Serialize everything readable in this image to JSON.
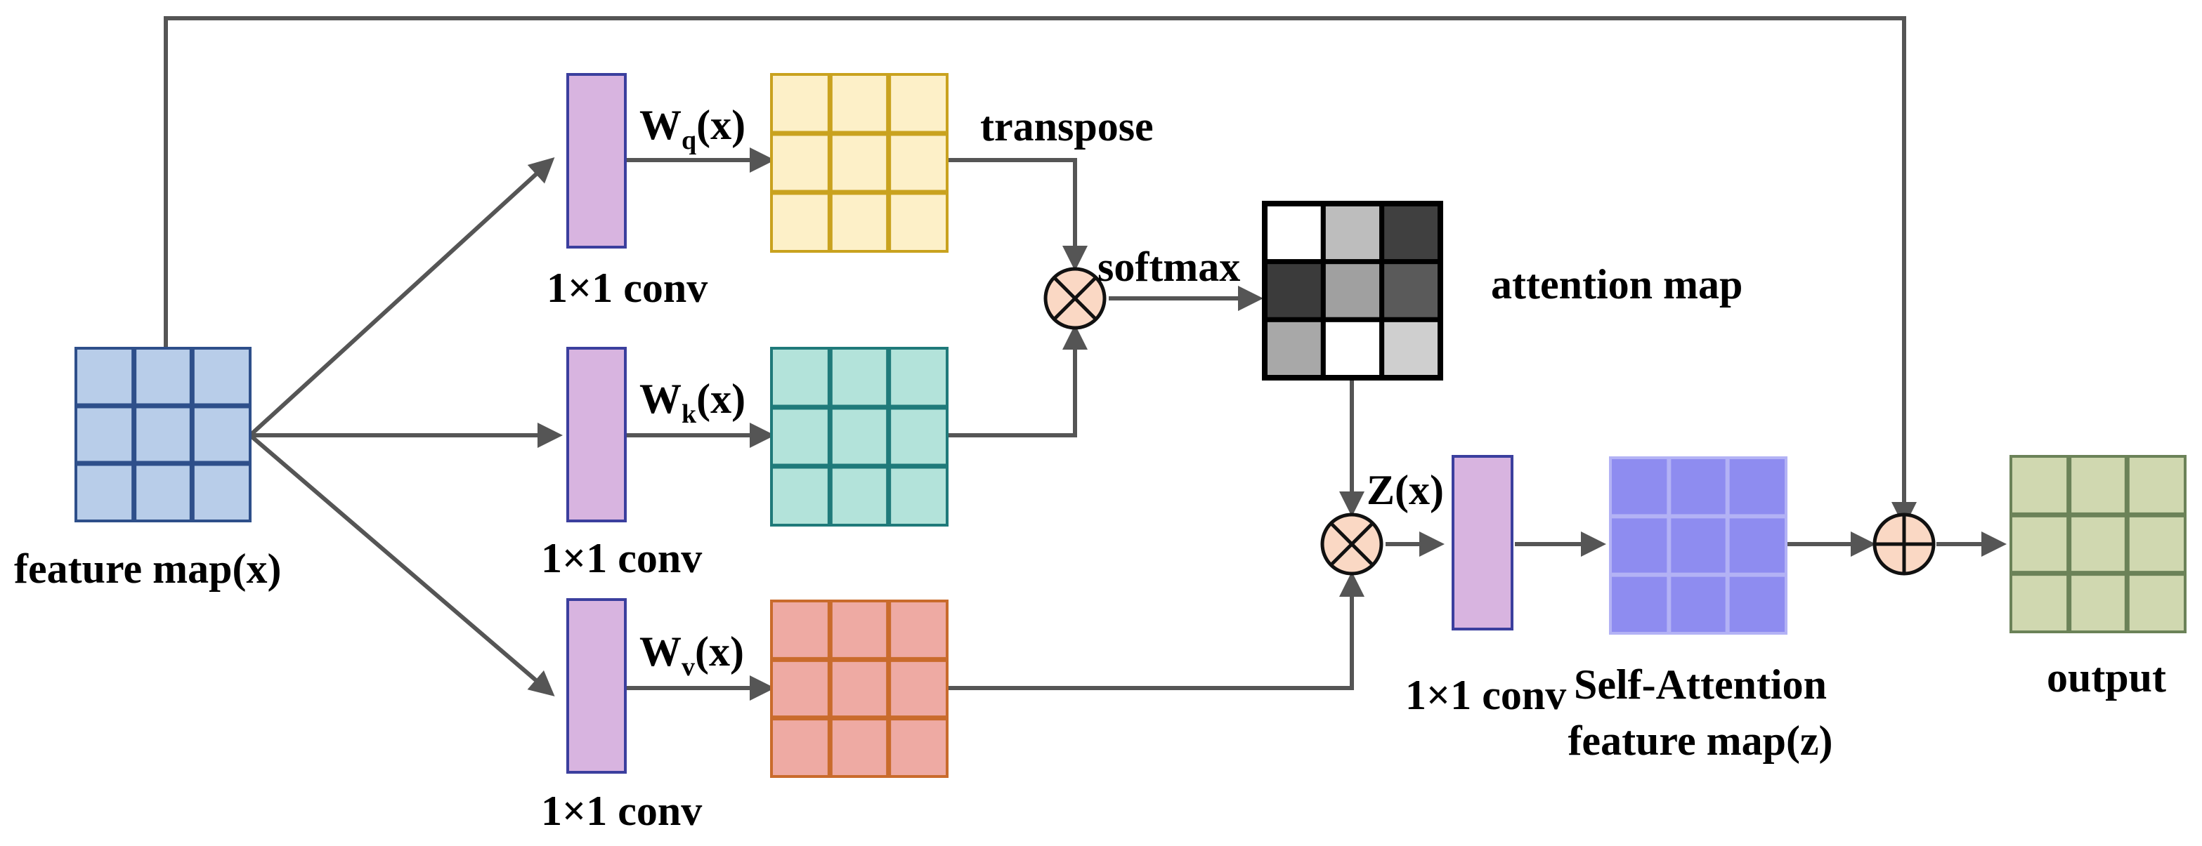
{
  "colors": {
    "input_fill": "#b8cde9",
    "input_line": "#2e4f8a",
    "query_fill": "#fdf0c8",
    "query_line": "#c9a21f",
    "key_fill": "#b3e3da",
    "key_line": "#1f7a7a",
    "value_fill": "#eeaaa3",
    "value_line": "#c96b2c",
    "conv_fill": "#d8b4e0",
    "conv_line": "#3b3f9e",
    "self_attention_fill": "#8e8cf0",
    "self_attention_line": "#b3b2f5",
    "output_fill": "#d0d8b0",
    "output_line": "#6b8258",
    "operator_fill": "#fad8c4",
    "arrow": "#555555"
  },
  "attention_map_cells": [
    "#ffffff",
    "#bdbdbd",
    "#404040",
    "#3b3b3b",
    "#a0a0a0",
    "#5a5a5a",
    "#a8a8a8",
    "#ffffff",
    "#cfcfcf"
  ],
  "labels": {
    "input": "feature map(x)",
    "conv_q": "1×1 conv",
    "conv_k": "1×1 conv",
    "conv_v": "1×1 conv",
    "conv_z": "1×1 conv",
    "transpose": "transpose",
    "softmax": "softmax",
    "attention_map": "attention map",
    "z_main": "Z(x)",
    "self_attention_line1": "Self-Attention",
    "self_attention_line2": "feature map(z)",
    "output": "output"
  },
  "weights": {
    "q": {
      "letter": "W",
      "sub": "q",
      "arg": "(x)"
    },
    "k": {
      "letter": "W",
      "sub": "k",
      "arg": "(x)"
    },
    "v": {
      "letter": "W",
      "sub": "v",
      "arg": "(x)"
    }
  },
  "operators": {
    "multiply_1": "multiply-operator",
    "multiply_2": "multiply-operator",
    "add": "add-operator"
  }
}
